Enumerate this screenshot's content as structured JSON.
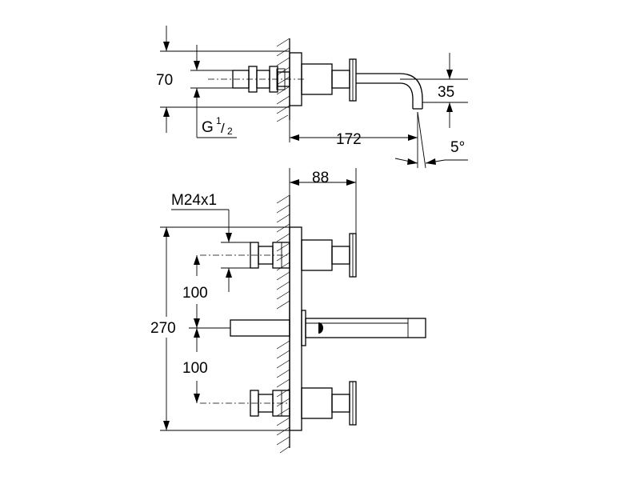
{
  "diagram": {
    "top_view": {
      "dim_height": "70",
      "dim_thread_main": "G",
      "dim_thread_sup": "1",
      "dim_thread_sub": "2",
      "dim_spout_drop": "35",
      "dim_projection": "172",
      "dim_angle": "5°"
    },
    "front_view": {
      "dim_depth": "88",
      "dim_thread": "M24x1",
      "dim_upper_spacing": "100",
      "dim_total_height": "270",
      "dim_lower_spacing": "100"
    }
  }
}
